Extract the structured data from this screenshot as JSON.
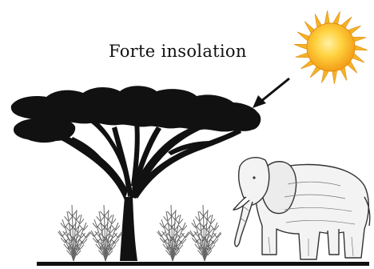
{
  "caption": "Forte insolation",
  "colors": {
    "background": "#ffffff",
    "ink": "#111111",
    "sun_core": "#f7a21b",
    "sun_glow": "#ffd23f",
    "sun_rays": "#f5b324",
    "elephant_fill": "#f3f3f3",
    "elephant_line": "#333333",
    "grass_line": "#666666"
  },
  "elements": {
    "sun": "sun-icon",
    "tree": "acacia-tree",
    "elephant": "elephant",
    "grass": "grass-tufts",
    "arrow": "arrow-pointer"
  }
}
